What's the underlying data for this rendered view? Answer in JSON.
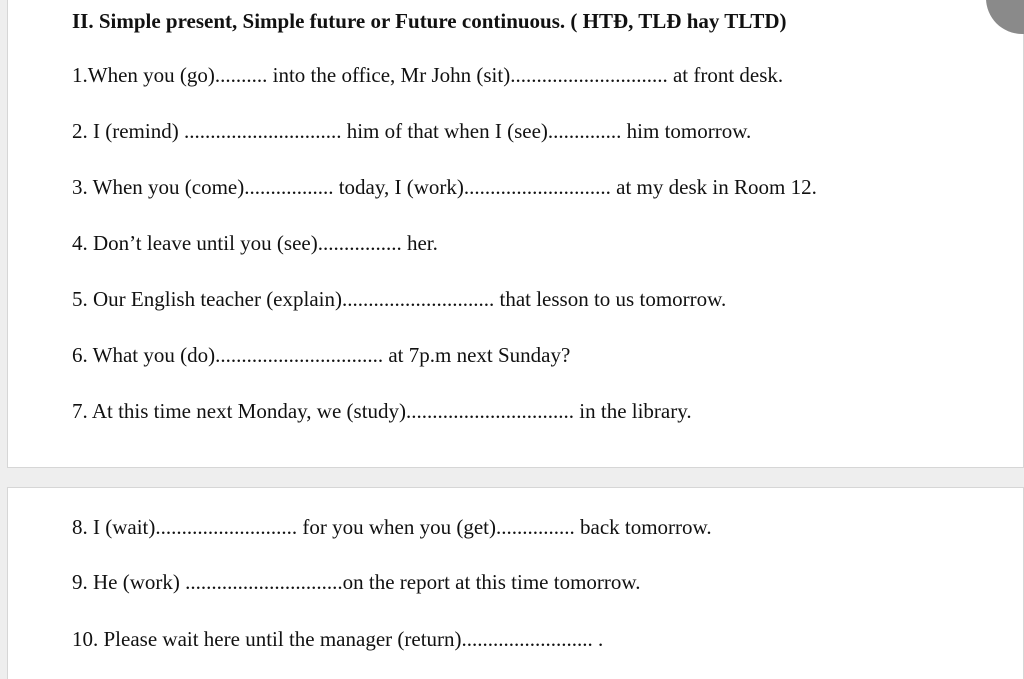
{
  "exercise": {
    "heading": "II. Simple present, Simple future or Future continuous. ( HTĐ, TLĐ hay TLTD)",
    "items": [
      {
        "text": "1.When you (go).......... into the office, Mr John (sit).............................. at front desk."
      },
      {
        "text": "2. I (remind) .............................. him of that when I (see).............. him tomorrow."
      },
      {
        "text": "3. When you (come)................. today, I (work)............................ at my desk  in Room 12."
      },
      {
        "text": "4. Don’t leave  until you (see)................ her."
      },
      {
        "text": "5. Our English teacher (explain)............................. that lesson to us tomorrow."
      },
      {
        "text": "6. What you (do)................................ at 7p.m next Sunday?"
      },
      {
        "text": "7. At this time next Monday, we (study)................................ in the library."
      },
      {
        "text": "8. I (wait)........................... for you when you (get)............... back tomorrow."
      },
      {
        "text": "9. He (work) ..............................on the report at this time tomorrow."
      },
      {
        "text": "10. Please wait here until the manager (return)......................... ."
      }
    ]
  }
}
